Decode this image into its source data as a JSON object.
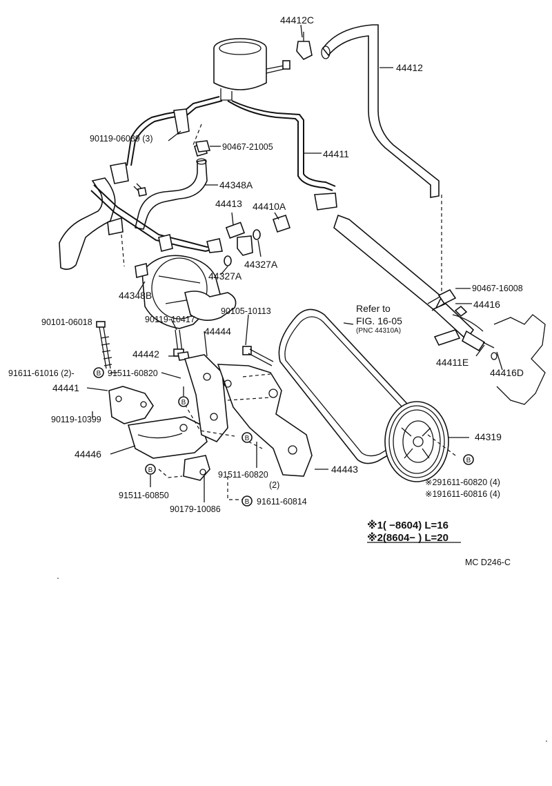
{
  "labels": {
    "l44412C": "44412C",
    "l44412": "44412",
    "l44411": "44411",
    "l90119_06089": "90119-06089 (3)",
    "l90467_21005": "90467-21005",
    "l44348A": "44348A",
    "l44413": "44413",
    "l44410A": "44410A",
    "l44327A_1": "44327A",
    "l44327A_2": "44327A",
    "l44348B": "44348B",
    "l90119_10417": "90119-10417",
    "l90105_10113": "90105-10113",
    "l44444": "44444",
    "l90467_16008": "90467-16008",
    "l44416": "44416",
    "l44411E": "44411E",
    "l44416D": "44416D",
    "l90101_06018": "90101-06018",
    "l44442": "44442",
    "l91611_61016": "91611-61016 (2)-",
    "l91511_60820_a": "91511-60820",
    "l44441": "44441",
    "l90119_10399": "90119-10399",
    "l44446": "44446",
    "l91511_60820_b": "91511-60820",
    "l91511_60820_b2": "(2)",
    "l44443": "44443",
    "l44319": "44319",
    "l91511_60850": "91511-60850",
    "l90179_10086": "90179-10086",
    "l91611_60814": "91611-60814",
    "lnote1": "※291611-60820 (4)",
    "lnote2": "※191611-60816 (4)",
    "refer1": "Refer to",
    "refer2": "FIG. 16-05",
    "refer3": "(PNC 44310A)",
    "bolt1": "※1(       −8604) L=16",
    "bolt2": "※2(8604−       ) L=20",
    "code": "MC  D246-C",
    "bsym": "B"
  },
  "colors": {
    "ink": "#111111",
    "paper": "#ffffff"
  }
}
